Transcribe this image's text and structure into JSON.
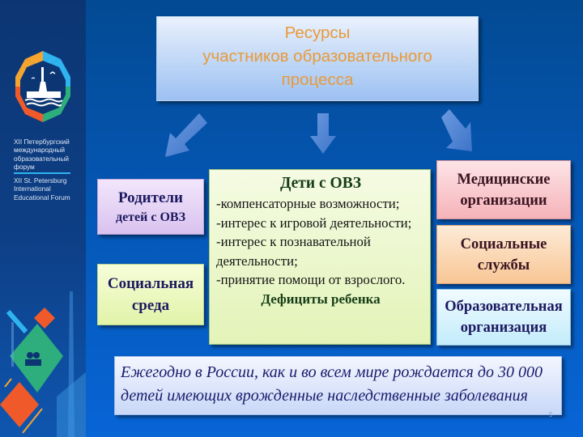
{
  "sidebar": {
    "forum_ru": [
      "XII Петербургский",
      "международный",
      "образовательный",
      "форум"
    ],
    "forum_en": [
      "XII St. Petersburg",
      "International",
      "Educational Forum"
    ],
    "logo_icon": "octagon-spb-logo-icon",
    "logo_colors": [
      "#f4a530",
      "#2fb4f0",
      "#2eae7c",
      "#f05a2a"
    ]
  },
  "title": {
    "lines": [
      "Ресурсы",
      "участников образовательного",
      "процесса"
    ],
    "color": "#e89a3a"
  },
  "arrows": [
    "arrow-down-left-icon",
    "arrow-down-icon",
    "arrow-down-right-icon"
  ],
  "left_boxes": {
    "parents": {
      "line1": "Родители",
      "line2": "детей с ОВЗ"
    },
    "social_environment": {
      "line1": "Социальная",
      "line2": "среда"
    }
  },
  "center_box": {
    "heading": "Дети с ОВЗ",
    "items": [
      "-компенсаторные возможности;",
      "-интерес к игровой деятельности;",
      "-интерес к познавательной",
      "деятельности;",
      "-принятие помощи от взрослого."
    ],
    "footer": "Дефициты ребенка"
  },
  "right_boxes": {
    "medical": {
      "line1": "Медицинские",
      "line2": "организации"
    },
    "social_services": {
      "line1": "Социальные",
      "line2": "службы"
    },
    "edu_org": {
      "line1": "Образовательная",
      "line2": "организация"
    }
  },
  "fact": {
    "line1": "Ежегодно в России, как и во всем мире рождается до 30 000",
    "line2": "детей имеющих врожденные наследственные заболевания"
  },
  "slide_number": "5"
}
